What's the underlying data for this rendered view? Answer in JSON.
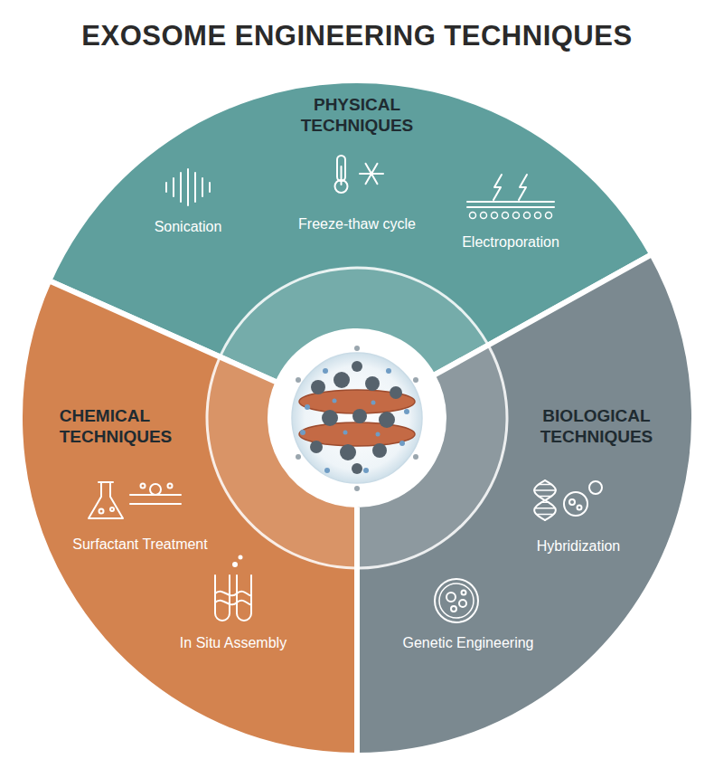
{
  "diagram": {
    "title": "EXOSOME ENGINEERING TECHNIQUES",
    "nodes": [
      {
        "text": [
          "PHYSICAL TECHNIQUES",
          "Sonication",
          "Freeze-thaw cycle",
          "Electroporation"
        ]
      },
      {
        "text": [
          "CHEMICAL TECHNIQUES",
          "Surfactant Treatment",
          "In Situ Assembly"
        ]
      },
      {
        "text": [
          "BIOLOGICAL TECHNIQUES",
          "Hybridization",
          "Genetic Engineering"
        ]
      }
    ]
  }
}
